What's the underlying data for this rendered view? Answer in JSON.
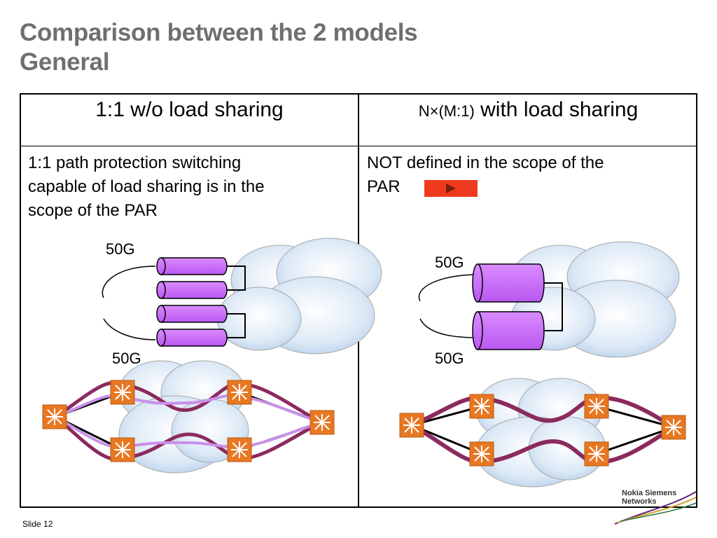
{
  "title": {
    "line1": "Comparison between the 2 models",
    "line2": "General"
  },
  "table": {
    "col1_header": "1:1 w/o load sharing",
    "col2_header_prefix": "N×(M:1)",
    "col2_header_suffix": " with load sharing",
    "col1_text": [
      "1:1 path protection switching",
      "capable of load sharing is in the",
      "scope of the PAR"
    ],
    "col2_text": [
      "NOT defined in the scope of the",
      "PAR"
    ]
  },
  "diagram_left": {
    "label_top": "50G",
    "label_bottom": "50G"
  },
  "diagram_right": {
    "label_top": "50G",
    "label_bottom": "50G"
  },
  "colors": {
    "title": "#6f6f6f",
    "tube": "#cc66ff",
    "path": "#8b2a5e",
    "path_light": "#c890e8",
    "switch": "#e87722",
    "link_button": "#ee3b1f"
  },
  "footer": {
    "slide": "Slide 12",
    "logo_line1": "Nokia Siemens",
    "logo_line2": "Networks"
  }
}
